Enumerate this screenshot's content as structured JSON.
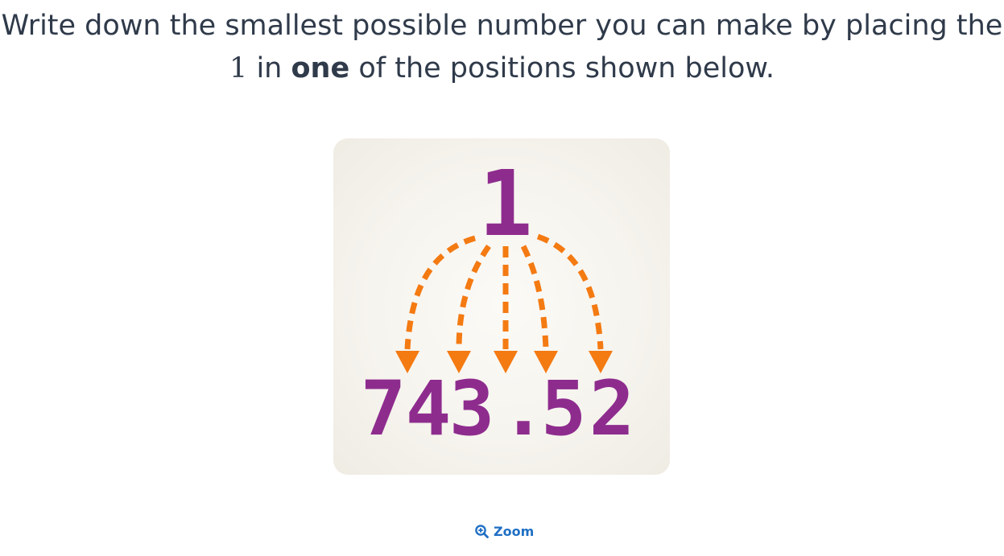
{
  "question": {
    "line1": "Write down the smallest possible number you can make by placing the",
    "digit": "1",
    "in_word": "in",
    "bold_word": "one",
    "rest": "of the positions shown below."
  },
  "figure": {
    "top_digit": "1",
    "number_chars": [
      "7",
      "4",
      "3",
      ".",
      "5",
      "2"
    ],
    "digit_color": "#8e2c8e",
    "arrow_color": "#f47a12",
    "arrow_count": 5
  },
  "zoom": {
    "label": "Zoom",
    "icon": "zoom-in-icon"
  }
}
